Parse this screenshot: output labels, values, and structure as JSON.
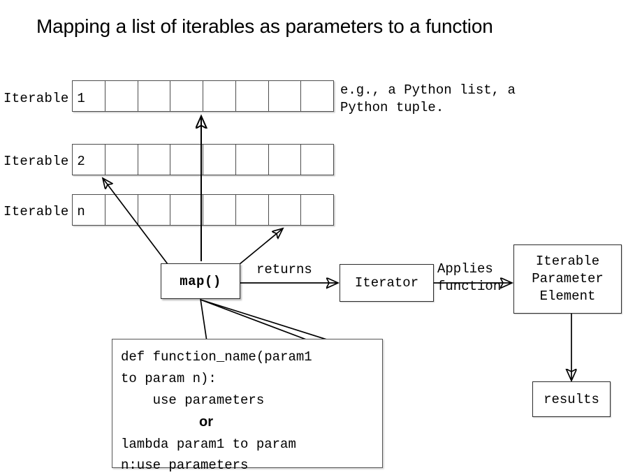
{
  "title": "Mapping a list of iterables as parameters to a function",
  "iterables": [
    {
      "label": "Iterable 1",
      "cells": 8
    },
    {
      "label": "Iterable 2",
      "cells": 8
    },
    {
      "label": "Iterable n",
      "cells": 8
    }
  ],
  "notes": {
    "example_line1": "e.g., a Python list, a",
    "example_line2": "Python tuple."
  },
  "nodes": {
    "map": "map()",
    "iterator": "Iterator",
    "iterable_parameter_element": {
      "line1": "Iterable",
      "line2": "Parameter",
      "line3": "Element"
    },
    "results": "results"
  },
  "edges": {
    "returns": "returns",
    "applies_line1": "Applies",
    "applies_line2": "function"
  },
  "function_box": {
    "line1": "def function_name(param1",
    "line2": "to param n):",
    "line3": "    use parameters",
    "line4": "or",
    "line5": "lambda param1 to param",
    "line6": "n:use parameters"
  },
  "colors": {
    "background": "#ffffff",
    "stroke": "#000000",
    "grid_border": "#4d4d4d",
    "box_border": "#2b2b2b",
    "text": "#000000"
  }
}
